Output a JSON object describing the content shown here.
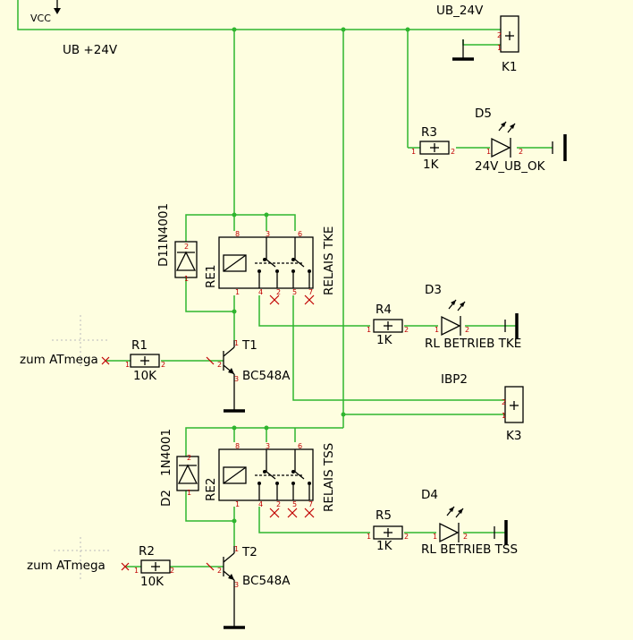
{
  "net_labels": {
    "vcc": "VCC",
    "ub_24v": "UB_24V",
    "ub_plus_24v": "UB +24V",
    "ibp2": "IBP2"
  },
  "connectors": {
    "k1": "K1",
    "k3": "K3"
  },
  "resistors": {
    "r1": {
      "name": "R1",
      "value": "10K"
    },
    "r2": {
      "name": "R2",
      "value": "10K"
    },
    "r3": {
      "name": "R3",
      "value": "1K"
    },
    "r4": {
      "name": "R4",
      "value": "1K"
    },
    "r5": {
      "name": "R5",
      "value": "1K"
    }
  },
  "leds": {
    "d5": {
      "name": "D5",
      "value": "24V_UB_OK"
    },
    "d3": {
      "name": "D3",
      "value": "RL BETRIEB TKE"
    },
    "d4": {
      "name": "D4",
      "value": "RL BETRIEB TSS"
    }
  },
  "diodes": {
    "d1": {
      "name": "D1",
      "value": "1N4001"
    },
    "d2": {
      "name": "D2",
      "value": "1N4001"
    }
  },
  "relays": {
    "re1": {
      "name": "RE1",
      "value": "RELAIS TKE"
    },
    "re2": {
      "name": "RE2",
      "value": "RELAIS TSS"
    }
  },
  "transistors": {
    "t1": {
      "name": "T1",
      "value": "BC548A"
    },
    "t2": {
      "name": "T2",
      "value": "BC548A"
    }
  },
  "inputs": {
    "in1": "zum ATmega",
    "in2": "zum ATmega"
  },
  "pin_numbers": {
    "one": "1",
    "two": "2",
    "three": "3",
    "four": "4",
    "five": "5",
    "six": "6",
    "seven": "7",
    "eight": "8"
  },
  "colors": {
    "background": "#fefee0",
    "wire": "#2fb52f",
    "pin_number": "#c00000",
    "symbol": "#000000"
  }
}
